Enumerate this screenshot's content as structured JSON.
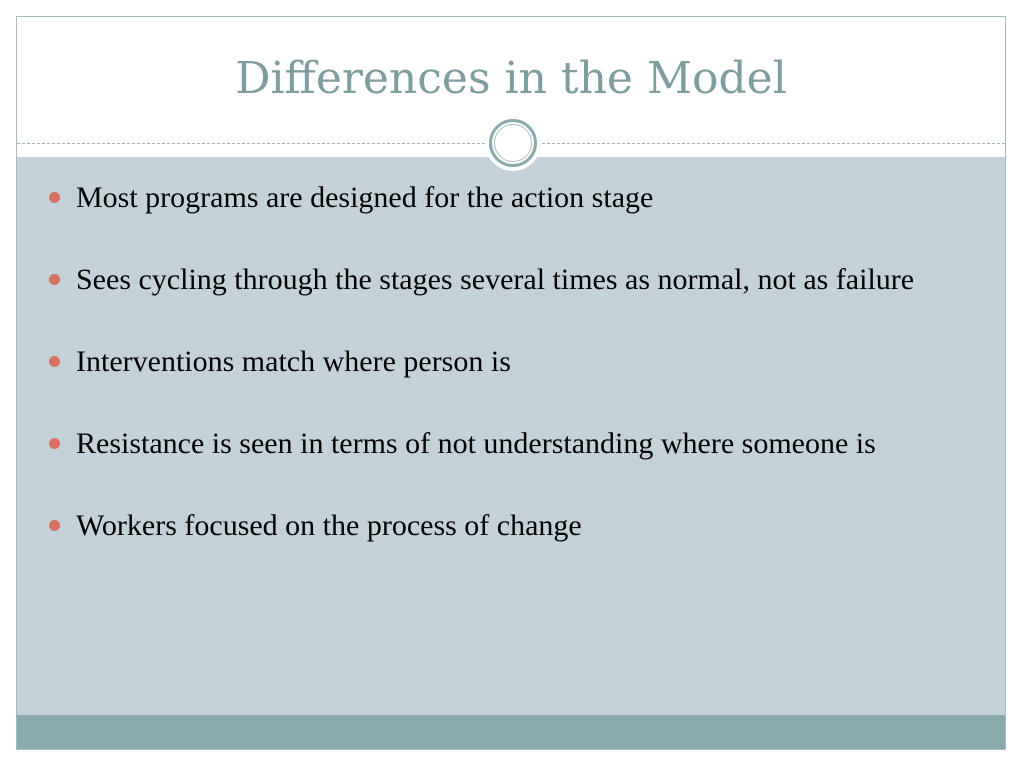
{
  "slide": {
    "title": "Differences in the Model",
    "bullets": [
      "Most programs are designed for the action stage",
      "Sees cycling through the stages several times as normal, not as failure",
      "Interventions match where person is",
      "Resistance is seen in terms of not understanding where someone is",
      "Workers focused on the process of change"
    ]
  },
  "colors": {
    "title": "#7f9d9e",
    "content_background": "#c5d1d8",
    "bullet": "#d87060",
    "footer_bar": "#8aabad"
  }
}
